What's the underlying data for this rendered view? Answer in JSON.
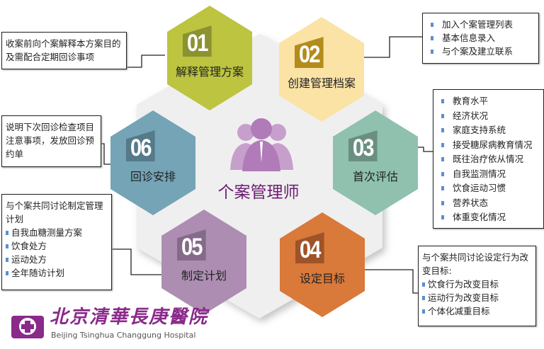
{
  "center_title": "个案管理师",
  "steps": [
    {
      "num": "01",
      "label": "解释管理方案",
      "color": "#bcc440",
      "dark": "#8c9230"
    },
    {
      "num": "02",
      "label": "创建管理档案",
      "color": "#fbe3a6",
      "dark": "#b48c1c"
    },
    {
      "num": "03",
      "label": "首次评估",
      "color": "#8fc1ae",
      "dark": "#6a8f82"
    },
    {
      "num": "04",
      "label": "设定目标",
      "color": "#d9793a",
      "dark": "#9e5328"
    },
    {
      "num": "05",
      "label": "制定计划",
      "color": "#ad8eb2",
      "dark": "#856b89"
    },
    {
      "num": "06",
      "label": "回诊安排",
      "color": "#74a4b6",
      "dark": "#557a88"
    }
  ],
  "callouts": {
    "s01": "收案前向个案解释本方案目的及需配合定期回诊事项",
    "s02": [
      "加入个案管理列表",
      "基本信息录入",
      "与个案及建立联系"
    ],
    "s03": [
      "教育水平",
      "经济状况",
      "家庭支持系统",
      "接受糖尿病教育情况",
      "既往治疗依从情况",
      "自我监测情况",
      "饮食运动习惯",
      "营养状态",
      "体重变化情况"
    ],
    "s04": {
      "intro": "与个案共同讨论设定行为改变目标:",
      "items": [
        "饮食行为改变目标",
        "运动行为改变目标",
        "个体化减重目标"
      ]
    },
    "s05": {
      "intro": "与个案共同讨论制定管理计划",
      "items": [
        "自我血糖测量方案",
        "饮食处方",
        "运动处方",
        "全年随访计划"
      ]
    },
    "s06": "说明下次回诊检查项目注意事项，发放回诊预约单"
  },
  "logo": {
    "cn": "北京清華長庚醫院",
    "en": "Beijing Tsinghua Changgung Hospital"
  }
}
